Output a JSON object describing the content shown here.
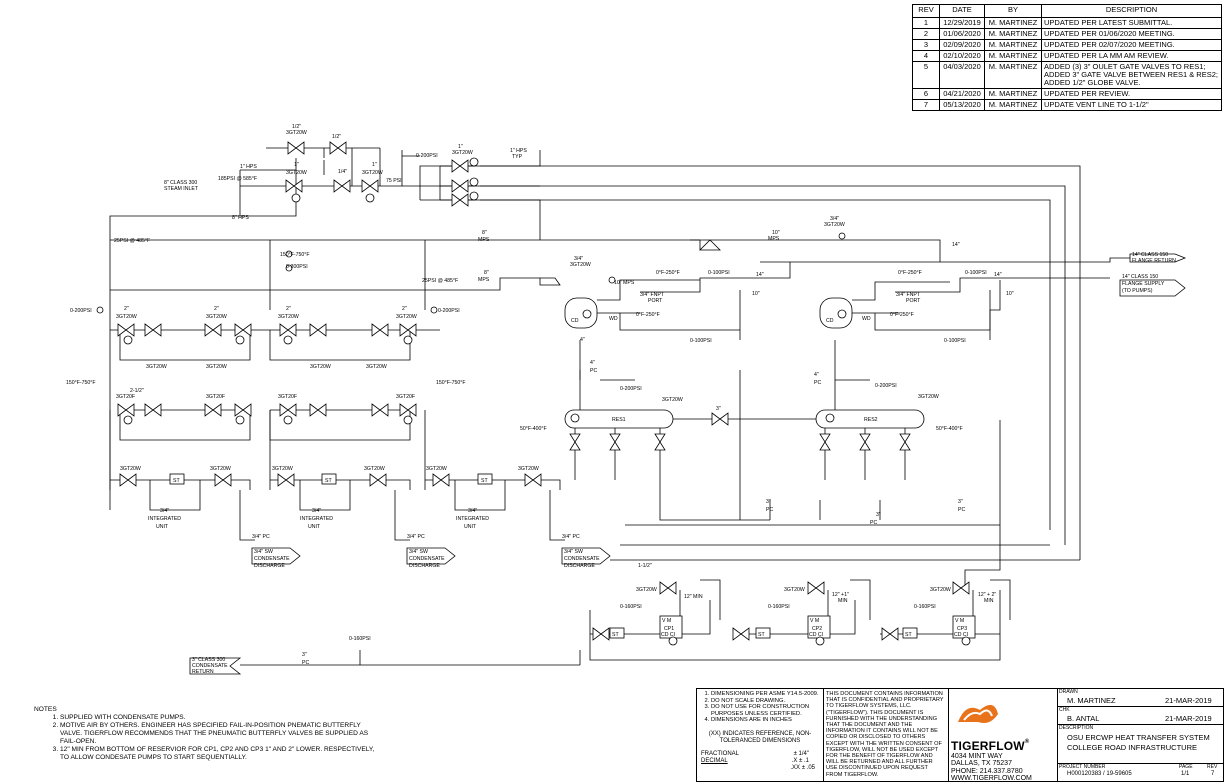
{
  "revisions": {
    "headers": [
      "REV",
      "DATE",
      "BY",
      "DESCRIPTION"
    ],
    "rows": [
      {
        "rev": "1",
        "date": "12/29/2019",
        "by": "M. MARTINEZ",
        "desc": "UPDATED PER LATEST SUBMITTAL."
      },
      {
        "rev": "2",
        "date": "01/06/2020",
        "by": "M. MARTINEZ",
        "desc": "UPDATED PER 01/06/2020 MEETING."
      },
      {
        "rev": "3",
        "date": "02/09/2020",
        "by": "M. MARTINEZ",
        "desc": "UPDATED PER 02/07/2020 MEETING."
      },
      {
        "rev": "4",
        "date": "02/10/2020",
        "by": "M. MARTINEZ",
        "desc": "UPDATED PER  LA MM AM REVIEW."
      },
      {
        "rev": "5",
        "date": "04/03/2020",
        "by": "M. MARTINEZ",
        "desc": "ADDED (3) 3\" OULET GATE VALVES TO RES1; ADDED 3\" GATE VALVE BETWEEN RES1 & RES2; ADDED 1/2\" GLOBE VALVE."
      },
      {
        "rev": "6",
        "date": "04/21/2020",
        "by": "M. MARTINEZ",
        "desc": "UPDATED PER  REVIEW."
      },
      {
        "rev": "7",
        "date": "05/13/2020",
        "by": "M. MARTINEZ",
        "desc": "UPDATE VENT LINE TO 1-1/2\""
      }
    ]
  },
  "notes": {
    "title": "NOTES",
    "items": [
      "SUPPLIED WITH CONDENSATE PUMPS.",
      "MOTIVE AIR BY OTHERS. ENGINEER HAS SPECIFIED FAIL-IN-POSITION PNEMATIC BUTTERFLY VALVE. TIGERFLOW RECOMMENDS THAT THE PNEUMATIC BUTTERFLY VALVES BE SUPPLIED AS FAIL-OPEN.",
      "12\" MIN FROM BOTTOM OF RESERVIOR FOR CP1, CP2 AND CP3 1\" AND 2\" LOWER. RESPECTIVELY, TO ALLOW CONDESATE PUMPS TO START SEQUENTIALLY."
    ]
  },
  "title_block": {
    "general": [
      "DIMENSIONING PER ASME Y14.5-2009.",
      "DO NOT SCALE DRAWING.",
      "DO NOT USE FOR CONSTRUCTION PURPOSES UNLESS CERTIFIED.",
      "DIMENSIONS ARE IN INCHES"
    ],
    "reference": "(XX) INDICATES REFERENCE, NON-TOLERANCED DIMENSIONS",
    "fractional_label": "FRACTIONAL",
    "fractional_val": "± 1/4\"",
    "decimal_label": "DECIMAL",
    "decimal_val": ".X  ± .1",
    "decimal_val2": ".XX  ± .05",
    "confidential": "THIS DOCUMENT CONTAINS INFORMATION THAT IS CONFIDENTIAL AND PROPRIETARY TO TIGERFLOW SYSTEMS, LLC. (\"TIGERFLOW\"). THIS DOCUMENT IS FURNISHED WITH THE UNDERSTANDING THAT THE DOCUMENT AND THE INFORMATION IT CONTAINS WILL NOT BE COPIED OR DISCLOSED TO OTHERS EXCEPT WITH THE WRITTEN CONSENT OF TIGERFLOW, WILL NOT BE USED EXCEPT FOR THE BENEFIT OF TIGERFLOW AND WILL BE RETURNED AND ALL FURTHER USE DISCONTINUED UPON REQUEST FROM TIGERFLOW.",
    "company": "TIGERFLOW",
    "registered": "®",
    "addr1": "4034 MINT WAY",
    "addr2": "DALLAS, TX 75237",
    "phone": "PHONE: 214.337.8780",
    "web": "WWW.TIGERFLOW.COM",
    "drawn_label": "DRAWN",
    "drawn": "M. MARTINEZ",
    "drawn_date": "21-MAR-2019",
    "chk_label": "CHK",
    "chk": "B. ANTAL",
    "chk_date": "21-MAR-2019",
    "desc_label": "DESCRIPTION",
    "desc1": "OSU ERCWP HEAT TRANSFER SYSTEM",
    "desc2": "COLLEGE ROAD INFRASTRUCTURE",
    "proj_label": "PROJECT NUMBER",
    "proj": "H000120383 / 19-59605",
    "page_label": "PAGE",
    "page": "1/1",
    "rev_label": "REV",
    "rev": "7"
  },
  "diagram": {
    "inlet_label1": "8\" CLASS 300",
    "inlet_label2": "STEAM INLET",
    "inlet_psi": "185PSI @ 585°F",
    "hps_1": "1\" HPS",
    "hps_8": "8\" HPS",
    "hps_typ1": "1\" HPS",
    "hps_typ2": "TYP",
    "psi_25_1": "25PSI @ 485°F",
    "psi_25_2": "25PSI @ 485°F",
    "mps_8a": "8\"",
    "mps_8b": "MPS",
    "mps_8c": "8\"",
    "mps_8d": "MPS",
    "mps_10a": "10\"",
    "mps_10b": "MPS",
    "mps_10c": "10\" MPS",
    "gauge_200": "0-200PSI",
    "gauge_300": "0-300PSI",
    "gauge_100": "0-100PSI",
    "gauge_160": "0-160PSI",
    "temp_150_750": "150°F-750°F",
    "temp_0_250": "0°F-250°F",
    "temp_50_400": "50°F-400°F",
    "valve_3gt20w": "3GT20W",
    "valve_3gt20f": "3GT20F",
    "size_half": "1/2\"",
    "size_quarter": "1/4\"",
    "size_1": "1\"",
    "size_2": "2\"",
    "size_3": "3\"",
    "size_4": "4\"",
    "size_10": "10\"",
    "size_14": "14\"",
    "size_34": "3/4\"",
    "size_112": "1-1/2\"",
    "size_212": "2-1/2\"",
    "psi_75": "75 PSI",
    "fnpt1": "3/4\" FNPT",
    "fnpt2": "PORT",
    "integrated1": "3/4\"",
    "integrated2": "INTEGRATED",
    "integrated3": "UNIT",
    "sw1": "3/4\" SW",
    "sw2": "CONDENSATE",
    "sw3": "DISCHARGE",
    "pc_34": "3/4\" PC",
    "pc_3": "3\"",
    "pc_label": "PC",
    "pc_4": "4\"",
    "res1": "RES1",
    "res2": "RES2",
    "flange_ret1": "14\" CLASS 150",
    "flange_ret2": "FLANGE RETURN",
    "flange_sup1": "14\" CLASS 150",
    "flange_sup2": "FLANGE SUPPLY",
    "flange_sup3": "(TO PUMPS)",
    "cond_ret1": "3\" CLASS 300",
    "cond_ret2": "CONDENSATE",
    "cond_ret3": "RETURN",
    "cp1": "CP1",
    "cp2": "CP2",
    "cp3": "CP3",
    "min12": "12\" MIN",
    "min13": "12\" +1\"",
    "min_label": "MIN",
    "min14": "12\" + 2\"",
    "tag_cd": "CD",
    "tag_wd": "WD",
    "tag_st": "ST",
    "tag_vm": "V  M",
    "tag_cdci": "CD  CI"
  }
}
